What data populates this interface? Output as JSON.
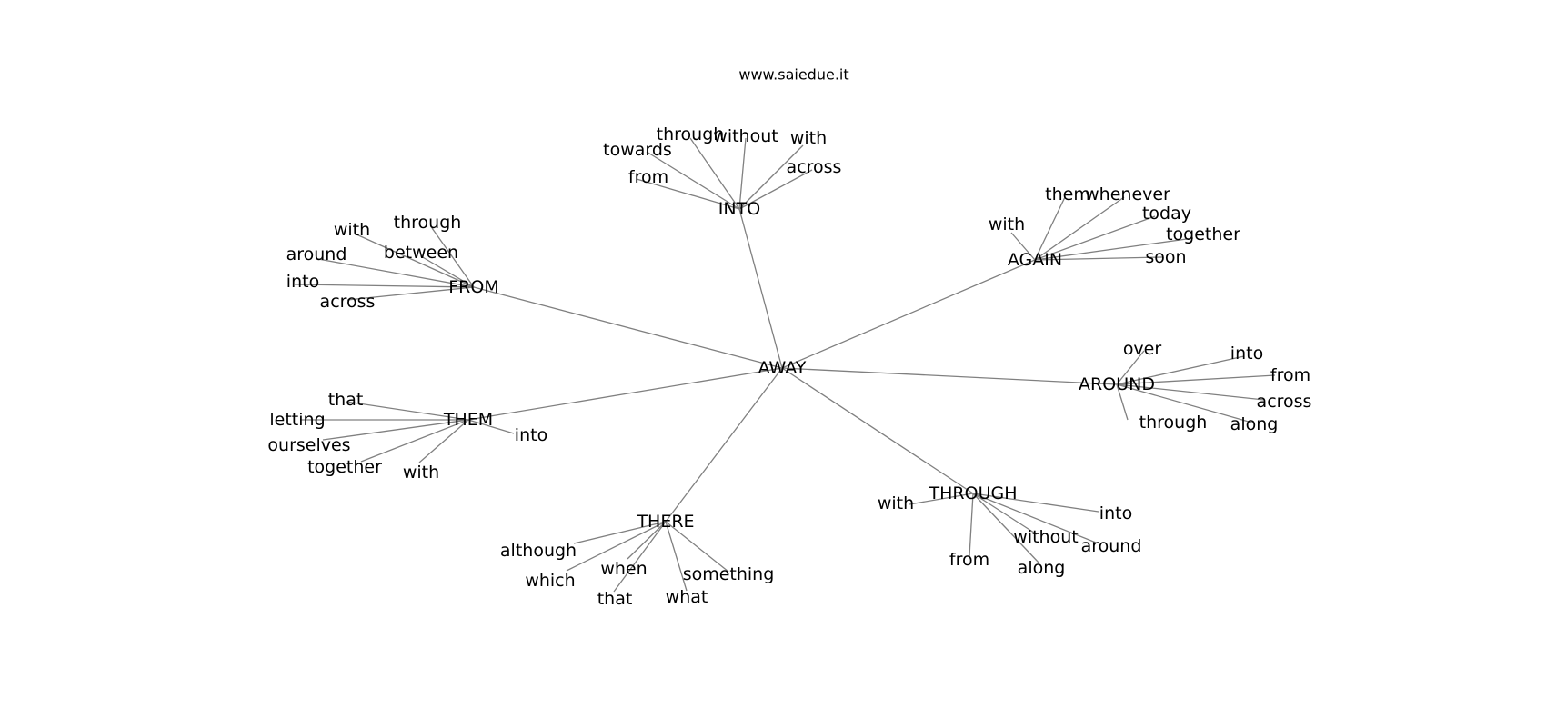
{
  "title": "www.saiedue.it",
  "graph": {
    "root": "AWAY",
    "branches": [
      {
        "label": "INTO",
        "children": [
          "towards",
          "through",
          "without",
          "with",
          "from",
          "across"
        ]
      },
      {
        "label": "AGAIN",
        "children": [
          "them",
          "whenever",
          "with",
          "today",
          "together",
          "soon"
        ]
      },
      {
        "label": "FROM",
        "children": [
          "with",
          "through",
          "around",
          "between",
          "into",
          "across"
        ]
      },
      {
        "label": "AROUND",
        "children": [
          "over",
          "into",
          "from",
          "across",
          "through",
          "along"
        ]
      },
      {
        "label": "THEM",
        "children": [
          "that",
          "letting",
          "ourselves",
          "into",
          "together",
          "with"
        ]
      },
      {
        "label": "THROUGH",
        "children": [
          "with",
          "into",
          "without",
          "around",
          "from",
          "along"
        ]
      },
      {
        "label": "THERE",
        "children": [
          "although",
          "which",
          "when",
          "something",
          "that",
          "what"
        ]
      }
    ]
  }
}
